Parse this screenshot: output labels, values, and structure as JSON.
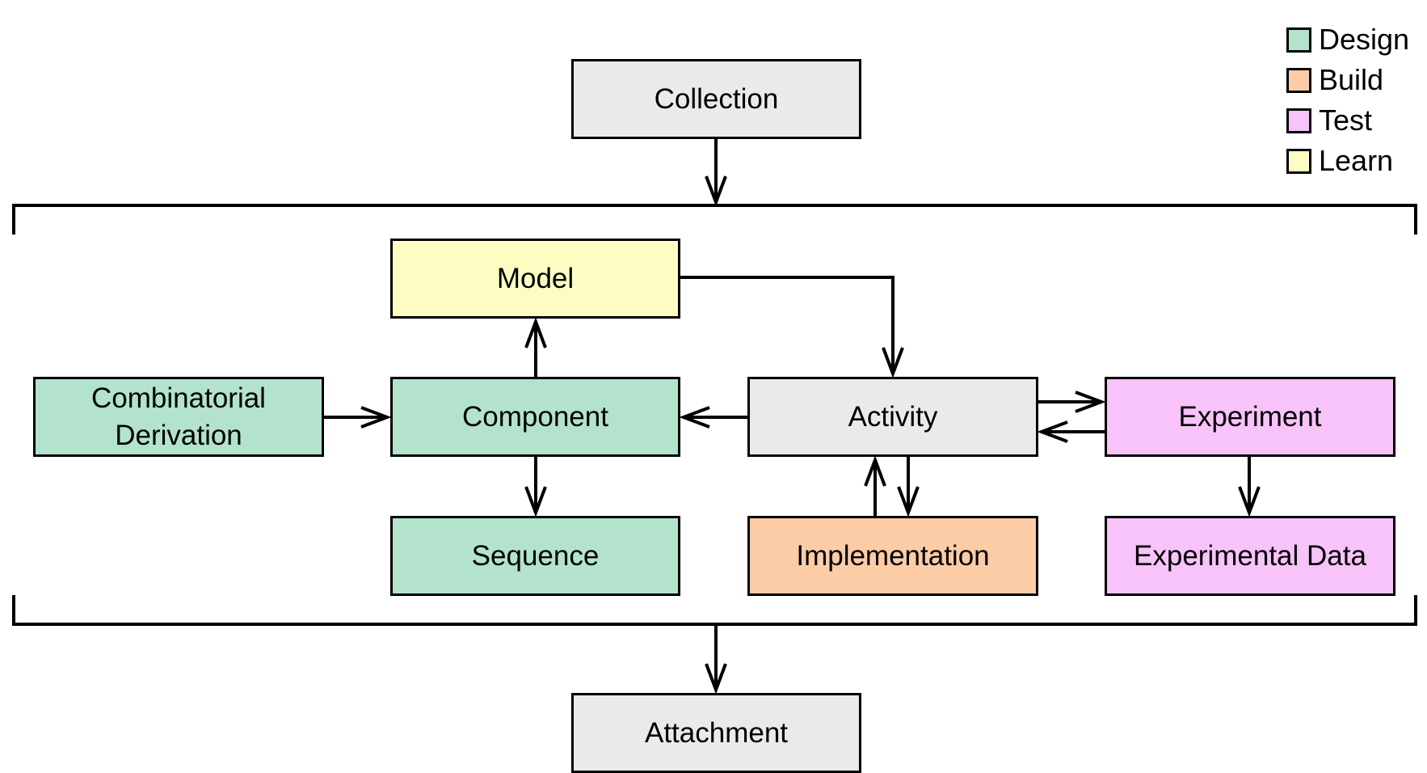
{
  "colors": {
    "design": "#b3e3cc",
    "build": "#fccca7",
    "test": "#f7c3f9",
    "learn": "#fdfdc3",
    "neutral": "#eaeaea",
    "stroke": "#000000"
  },
  "legend": {
    "items": [
      {
        "label": "Design",
        "color": "#b3e3cc"
      },
      {
        "label": "Build",
        "color": "#fccca7"
      },
      {
        "label": "Test",
        "color": "#f7c3f9"
      },
      {
        "label": "Learn",
        "color": "#fdfdc3"
      }
    ]
  },
  "nodes": {
    "collection": "Collection",
    "model": "Model",
    "combinatorial": [
      "Combinatorial",
      "Derivation"
    ],
    "component": "Component",
    "activity": "Activity",
    "experiment": "Experiment",
    "sequence": "Sequence",
    "implementation": "Implementation",
    "experimental_data": "Experimental Data",
    "attachment": "Attachment"
  },
  "edges": [
    {
      "from": "Collection",
      "to": "group"
    },
    {
      "from": "group",
      "to": "Attachment"
    },
    {
      "from": "Model",
      "to": "Activity"
    },
    {
      "from": "Component",
      "to": "Model"
    },
    {
      "from": "Combinatorial Derivation",
      "to": "Component"
    },
    {
      "from": "Activity",
      "to": "Component"
    },
    {
      "from": "Component",
      "to": "Sequence"
    },
    {
      "from": "Activity",
      "to": "Experiment"
    },
    {
      "from": "Experiment",
      "to": "Activity"
    },
    {
      "from": "Implementation",
      "to": "Activity"
    },
    {
      "from": "Activity",
      "to": "Implementation"
    },
    {
      "from": "Experiment",
      "to": "Experimental Data"
    }
  ]
}
